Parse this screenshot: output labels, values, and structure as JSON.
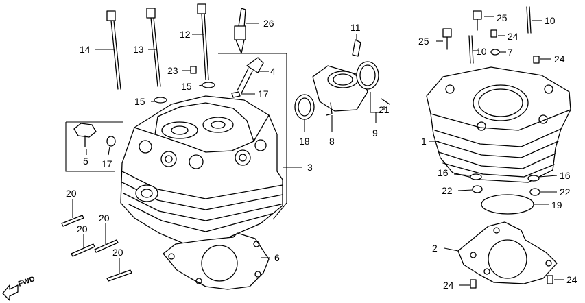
{
  "callouts": [
    {
      "id": "c1",
      "label": "1"
    },
    {
      "id": "c2",
      "label": "2"
    },
    {
      "id": "c3",
      "label": "3"
    },
    {
      "id": "c4",
      "label": "4"
    },
    {
      "id": "c5",
      "label": "5"
    },
    {
      "id": "c6",
      "label": "6"
    },
    {
      "id": "c7",
      "label": "7"
    },
    {
      "id": "c8",
      "label": "8"
    },
    {
      "id": "c9",
      "label": "9"
    },
    {
      "id": "c10a",
      "label": "10"
    },
    {
      "id": "c10b",
      "label": "10"
    },
    {
      "id": "c11",
      "label": "11"
    },
    {
      "id": "c12",
      "label": "12"
    },
    {
      "id": "c13",
      "label": "13"
    },
    {
      "id": "c14",
      "label": "14"
    },
    {
      "id": "c15a",
      "label": "15"
    },
    {
      "id": "c15b",
      "label": "15"
    },
    {
      "id": "c16a",
      "label": "16"
    },
    {
      "id": "c16b",
      "label": "16"
    },
    {
      "id": "c17a",
      "label": "17"
    },
    {
      "id": "c17b",
      "label": "17"
    },
    {
      "id": "c18",
      "label": "18"
    },
    {
      "id": "c19",
      "label": "19"
    },
    {
      "id": "c20a",
      "label": "20"
    },
    {
      "id": "c20b",
      "label": "20"
    },
    {
      "id": "c20c",
      "label": "20"
    },
    {
      "id": "c20d",
      "label": "20"
    },
    {
      "id": "c21",
      "label": "21"
    },
    {
      "id": "c22a",
      "label": "22"
    },
    {
      "id": "c22b",
      "label": "22"
    },
    {
      "id": "c23",
      "label": "23"
    },
    {
      "id": "c24a",
      "label": "24"
    },
    {
      "id": "c24b",
      "label": "24"
    },
    {
      "id": "c24c",
      "label": "24"
    },
    {
      "id": "c24d",
      "label": "24"
    },
    {
      "id": "c25a",
      "label": "25"
    },
    {
      "id": "c25b",
      "label": "25"
    },
    {
      "id": "c26",
      "label": "26"
    }
  ],
  "fwd_label": "FWD"
}
